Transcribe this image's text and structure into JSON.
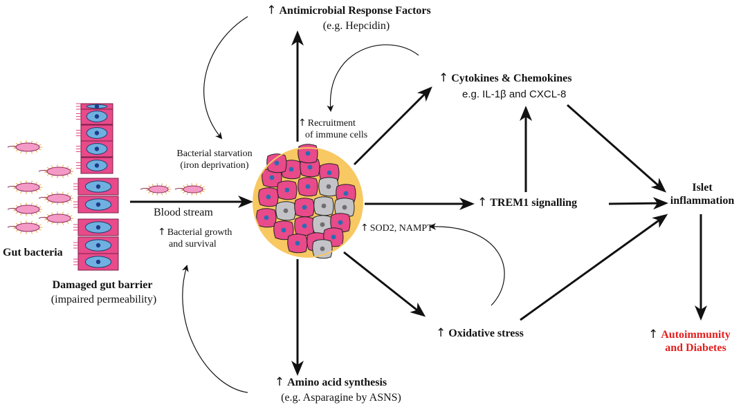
{
  "nodes": {
    "antimicrobial": {
      "title": "Antimicrobial Response Factors",
      "sub": "(e.g. Hepcidin)"
    },
    "cytokines": {
      "title": "Cytokines & Chemokines",
      "sub": "e.g. IL-1β and CXCL-8"
    },
    "recruitment": {
      "line1": "Recruitment",
      "line2": "of immune cells"
    },
    "starvation": {
      "line1": "Bacterial starvation",
      "line2": "(iron deprivation)"
    },
    "blood_stream": "Blood stream",
    "growth": {
      "line1": "Bacterial growth",
      "line2": "and survival"
    },
    "gut_bacteria": "Gut bacteria",
    "gut_barrier": {
      "title": "Damaged gut barrier",
      "sub": "(impaired permeability)"
    },
    "trem1": "TREM1 signalling",
    "sod2": "SOD2, NAMPT",
    "islet": {
      "line1": "Islet",
      "line2": "inflammation"
    },
    "oxidative": "Oxidative stress",
    "amino": {
      "title": "Amino acid synthesis",
      "sub": "(e.g. Asparagine by ASNS)"
    },
    "autoimmunity": {
      "line1": "Autoimmunity",
      "line2": "and Diabetes"
    }
  },
  "up_arrow": "↑",
  "colors": {
    "cell_pink": "#e84a8a",
    "cell_grey": "#c4c4c8",
    "nucleus_blue": "#2b6cb5",
    "nucleus_grey": "#6e6e72",
    "cluster_yellow": "#f8c862",
    "epithelium_blue": "#6fb0e0",
    "bacteria_fill": "#f49ac6",
    "flagella": "#e8a640",
    "highlight_red": "#e1201f"
  }
}
